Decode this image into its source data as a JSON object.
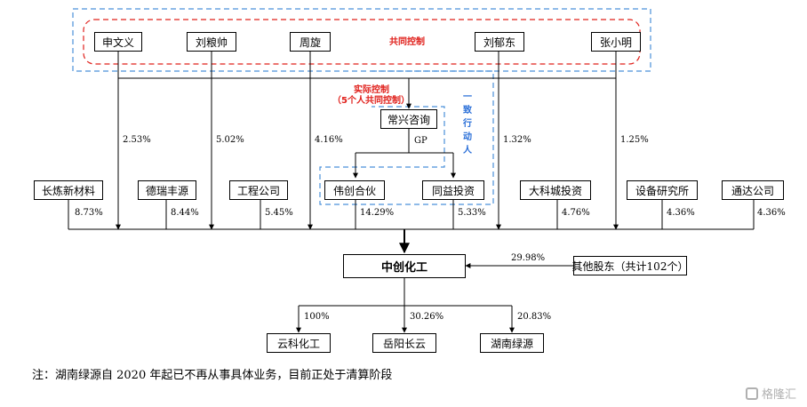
{
  "controllers": [
    "申文义",
    "刘粮帅",
    "周旋",
    "刘郁东",
    "张小明"
  ],
  "joint_control_label": "共同控制",
  "actual_control_label_line1": "实际控制",
  "actual_control_label_line2": "（5个人共同控制）",
  "concert_label": [
    "一",
    "致",
    "行",
    "动",
    "人"
  ],
  "changxing": "常兴咨询",
  "gp_label": "GP",
  "direct_pcts": [
    "2.53%",
    "5.02%",
    "4.16%",
    "1.32%",
    "1.25%"
  ],
  "shareholders": [
    {
      "name": "长炼新材料",
      "pct": "8.73%"
    },
    {
      "name": "德瑞丰源",
      "pct": "8.44%"
    },
    {
      "name": "工程公司",
      "pct": "5.45%"
    },
    {
      "name": "伟创合伙",
      "pct": "14.29%"
    },
    {
      "name": "同益投资",
      "pct": "5.33%"
    },
    {
      "name": "大科城投资",
      "pct": "4.76%"
    },
    {
      "name": "设备研究所",
      "pct": "4.36%"
    },
    {
      "name": "通达公司",
      "pct": "4.36%"
    }
  ],
  "company": "中创化工",
  "other_holders": "其他股东（共计102个）",
  "other_pct": "29.98%",
  "subsidiaries": [
    {
      "name": "云科化工",
      "pct": "100%"
    },
    {
      "name": "岳阳长云",
      "pct": "30.26%"
    },
    {
      "name": "湖南绿源",
      "pct": "20.83%"
    }
  ],
  "note": "注：湖南绿源自 2020 年起已不再从事具体业务，目前正处于清算阶段",
  "watermark": "格隆汇"
}
